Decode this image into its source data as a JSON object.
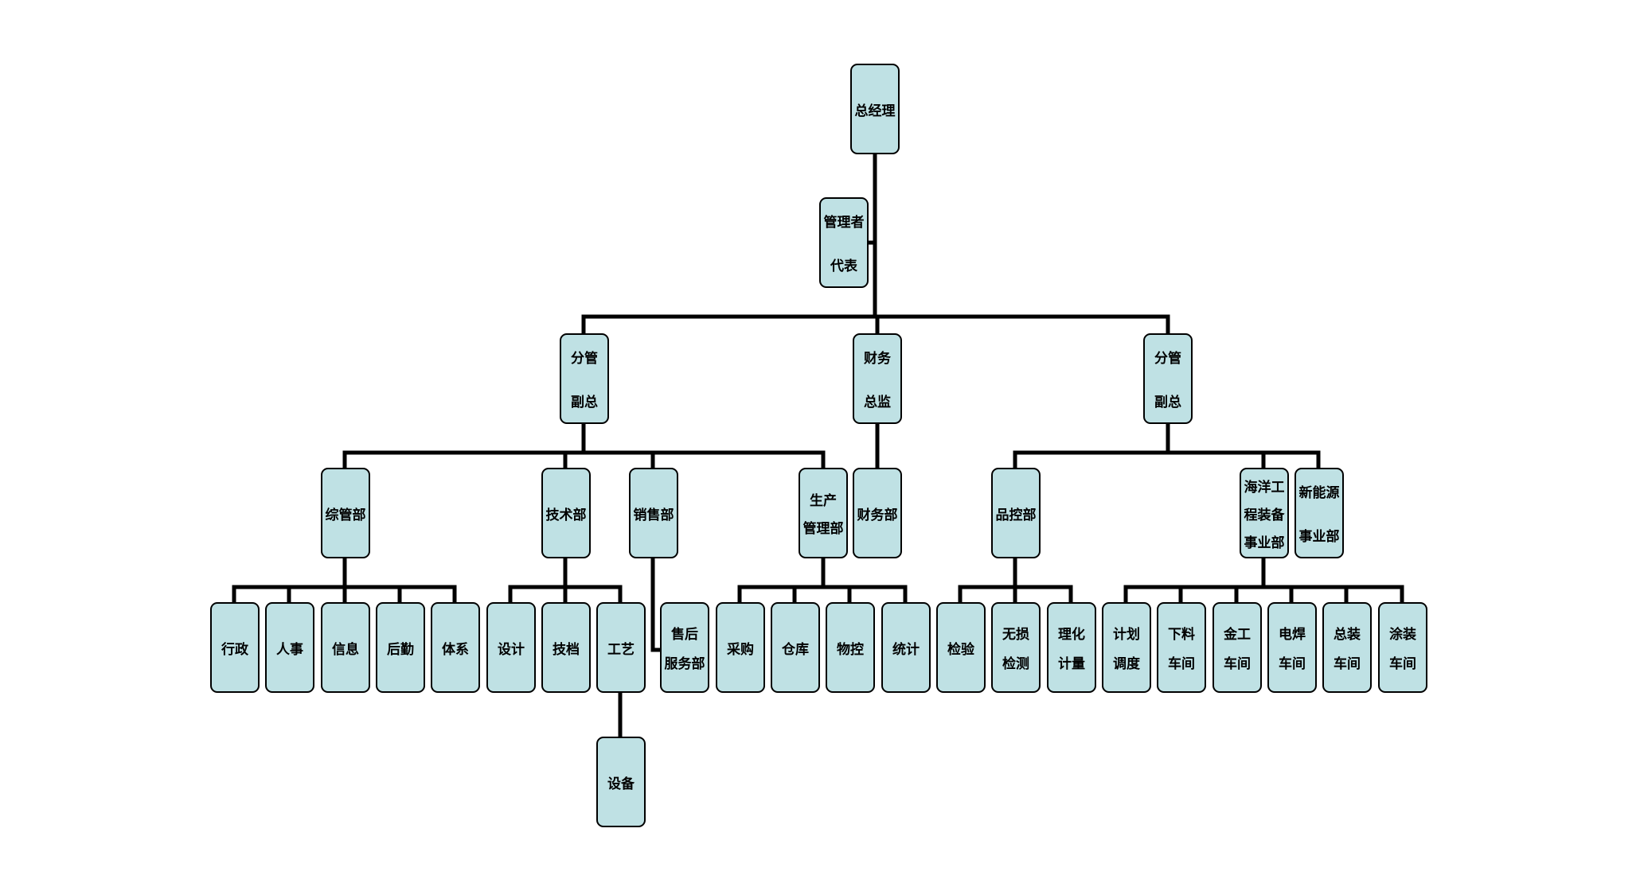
{
  "org_chart": {
    "gm": {
      "lines": [
        "总经理"
      ]
    },
    "mgmt_rep": {
      "lines": [
        "管理者",
        "代表"
      ]
    },
    "vp_left": {
      "lines": [
        "分管",
        "副总"
      ]
    },
    "cfo": {
      "lines": [
        "财务",
        "总监"
      ]
    },
    "vp_right": {
      "lines": [
        "分管",
        "副总"
      ]
    },
    "admin_dept": {
      "lines": [
        "综管部"
      ]
    },
    "tech_dept": {
      "lines": [
        "技术部"
      ]
    },
    "sales_dept": {
      "lines": [
        "销售部"
      ]
    },
    "prod_dept": {
      "lines": [
        "生产",
        "管理部"
      ]
    },
    "finance_dept": {
      "lines": [
        "财务部"
      ]
    },
    "qc_dept": {
      "lines": [
        "品控部"
      ]
    },
    "marine_dept": {
      "lines": [
        "海洋工",
        "程装备",
        "事业部"
      ]
    },
    "energy_dept": {
      "lines": [
        "新能源",
        "事业部"
      ]
    },
    "admin_office": {
      "lines": [
        "行政"
      ]
    },
    "hr": {
      "lines": [
        "人事"
      ]
    },
    "info": {
      "lines": [
        "信息"
      ]
    },
    "logistics": {
      "lines": [
        "后勤"
      ]
    },
    "system": {
      "lines": [
        "体系"
      ]
    },
    "design": {
      "lines": [
        "设计"
      ]
    },
    "tech_archive": {
      "lines": [
        "技档"
      ]
    },
    "process": {
      "lines": [
        "工艺"
      ]
    },
    "after_sales": {
      "lines": [
        "售后",
        "服务部"
      ]
    },
    "purchasing": {
      "lines": [
        "采购"
      ]
    },
    "warehouse": {
      "lines": [
        "仓库"
      ]
    },
    "material_ctrl": {
      "lines": [
        "物控"
      ]
    },
    "statistics": {
      "lines": [
        "统计"
      ]
    },
    "inspection": {
      "lines": [
        "检验"
      ]
    },
    "ndt": {
      "lines": [
        "无损",
        "检测"
      ]
    },
    "phys_chem": {
      "lines": [
        "理化",
        "计量"
      ]
    },
    "planning": {
      "lines": [
        "计划",
        "调度"
      ]
    },
    "cutting_shop": {
      "lines": [
        "下料",
        "车间"
      ]
    },
    "metalwork_shop": {
      "lines": [
        "金工",
        "车间"
      ]
    },
    "welding_shop": {
      "lines": [
        "电焊",
        "车间"
      ]
    },
    "assembly_shop": {
      "lines": [
        "总装",
        "车间"
      ]
    },
    "painting_shop": {
      "lines": [
        "涂装",
        "车间"
      ]
    },
    "equipment": {
      "lines": [
        "设备"
      ]
    }
  },
  "colors": {
    "node_fill": "#bfe1e4",
    "node_border": "#000000",
    "connector": "#000000"
  }
}
